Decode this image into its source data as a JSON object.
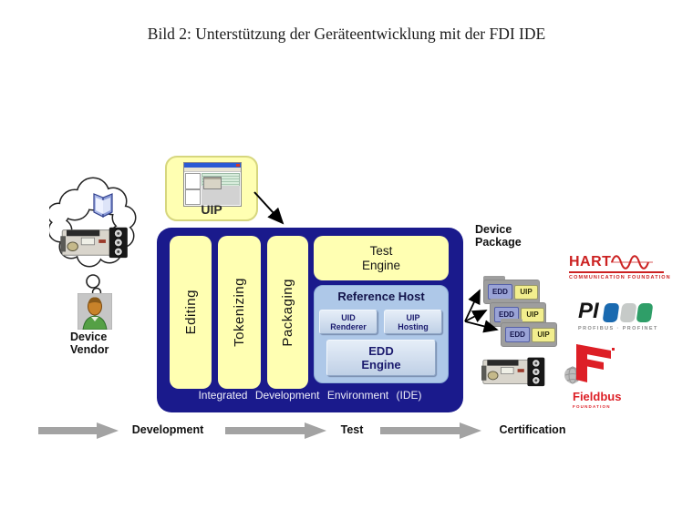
{
  "title": "Bild 2: Unterstützung der Geräteentwicklung mit der FDI IDE",
  "vendor": {
    "label": "Device\nVendor"
  },
  "uip_box": {
    "label": "UIP"
  },
  "ide": {
    "columns": [
      "Editing",
      "Tokenizing",
      "Packaging"
    ],
    "test_engine_label": "Test\nEngine",
    "reference_host": {
      "title": "Reference Host",
      "buttons": [
        "UID\nRenderer",
        "UIP\nHosting",
        "EDD\nEngine"
      ]
    },
    "caption": "Integrated  Development  Environment  (IDE)"
  },
  "device_package": {
    "label": "Device\nPackage",
    "folders": [
      {
        "edd": "EDD",
        "uip": "UIP"
      },
      {
        "edd": "EDD",
        "uip": "UIP"
      },
      {
        "edd": "EDD",
        "uip": "UIP"
      }
    ]
  },
  "logos": {
    "hart": {
      "name": "HART",
      "subtitle": "COMMUNICATION FOUNDATION"
    },
    "pi": {
      "name": "PI",
      "subtitle": "PROFIBUS · PROFINET"
    },
    "fieldbus": {
      "name": "Fieldbus",
      "subtitle": "FOUNDATION"
    }
  },
  "phases": [
    "Development",
    "Test",
    "Certification"
  ],
  "icons": {
    "thought-bubble": "cloud outline",
    "book-icon": "open blue book",
    "field-device-image": "industrial field device photo",
    "vendor-avatar": "person with green shirt",
    "uip-screenshot-thumbnail": "windows application screenshot",
    "phase-arrow": "gray block arrow",
    "connector-arrow": "black arrow"
  },
  "colors": {
    "navy": "#1a1a8c",
    "yellow": "#ffffb2",
    "yellow-border": "#d6d67e",
    "host-blue": "#aec8e8",
    "host-border": "#8fb0d8",
    "btn-text": "#1b1b6e",
    "caption": "#eeeef8",
    "gray-arrow": "#a3a3a3",
    "folder": "#9e9e9e",
    "edd-fill": "#9aa3d6",
    "edd-border": "#5560a8",
    "uip-fill": "#f2ee8e",
    "uip-border": "#9b9b68",
    "hart-red": "#cc2222",
    "pi-blue": "#1a6ab0",
    "pi-gray": "#c6cac8",
    "pi-green": "#2f9e68",
    "fieldbus-red": "#dd1f26"
  }
}
